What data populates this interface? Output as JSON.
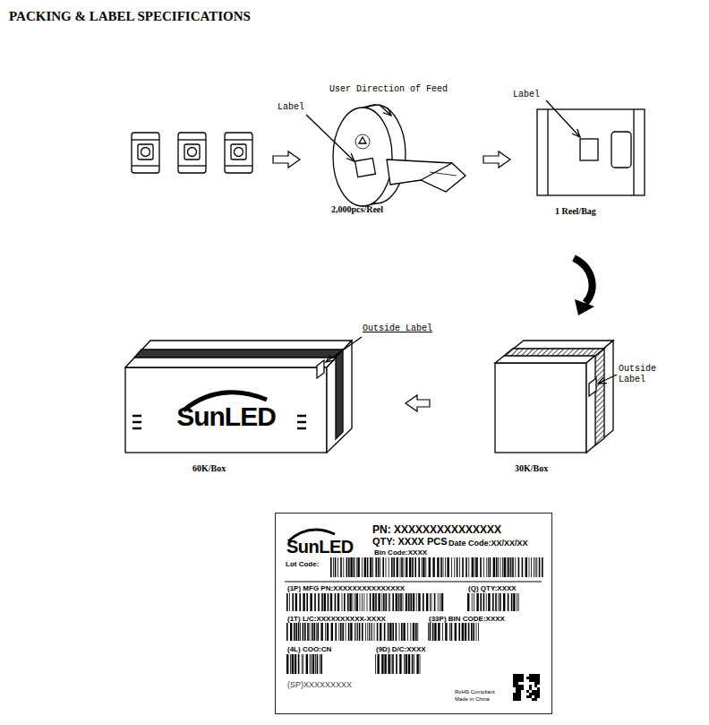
{
  "diagram": {
    "title": "PACKING & LABEL SPECIFICATIONS",
    "nodes": [
      {
        "text": [
          "SunLED"
        ]
      },
      {
        "text": [
          "SunLED",
          "PN: XXXXXXXXXXXXXXX",
          "QTY: XXXX PCS",
          "Date Code:XX/XX/XX",
          "Bin Code:XXXX",
          "Lot Code:",
          "(1P) MFG PN:XXXXXXXXXXXXXXX",
          "(Q) QTY:XXXX",
          "(1T) L/C:XXXXXXXXXX-XXXX",
          "(33P) BIN CODE:XXXX",
          "(4L) COO:CN",
          "(9D) D/C:XXXX",
          "(SP)XXXXXXXXX",
          "RoHS Compliant",
          "Made in China"
        ]
      }
    ],
    "labels": [
      "User Direction of Feed",
      "Label",
      "2,000pcs/Reel",
      "Label",
      "1 Reel/Bag",
      "Outside Label",
      "Outside Label",
      "30K/Box",
      "60K/Box"
    ]
  }
}
